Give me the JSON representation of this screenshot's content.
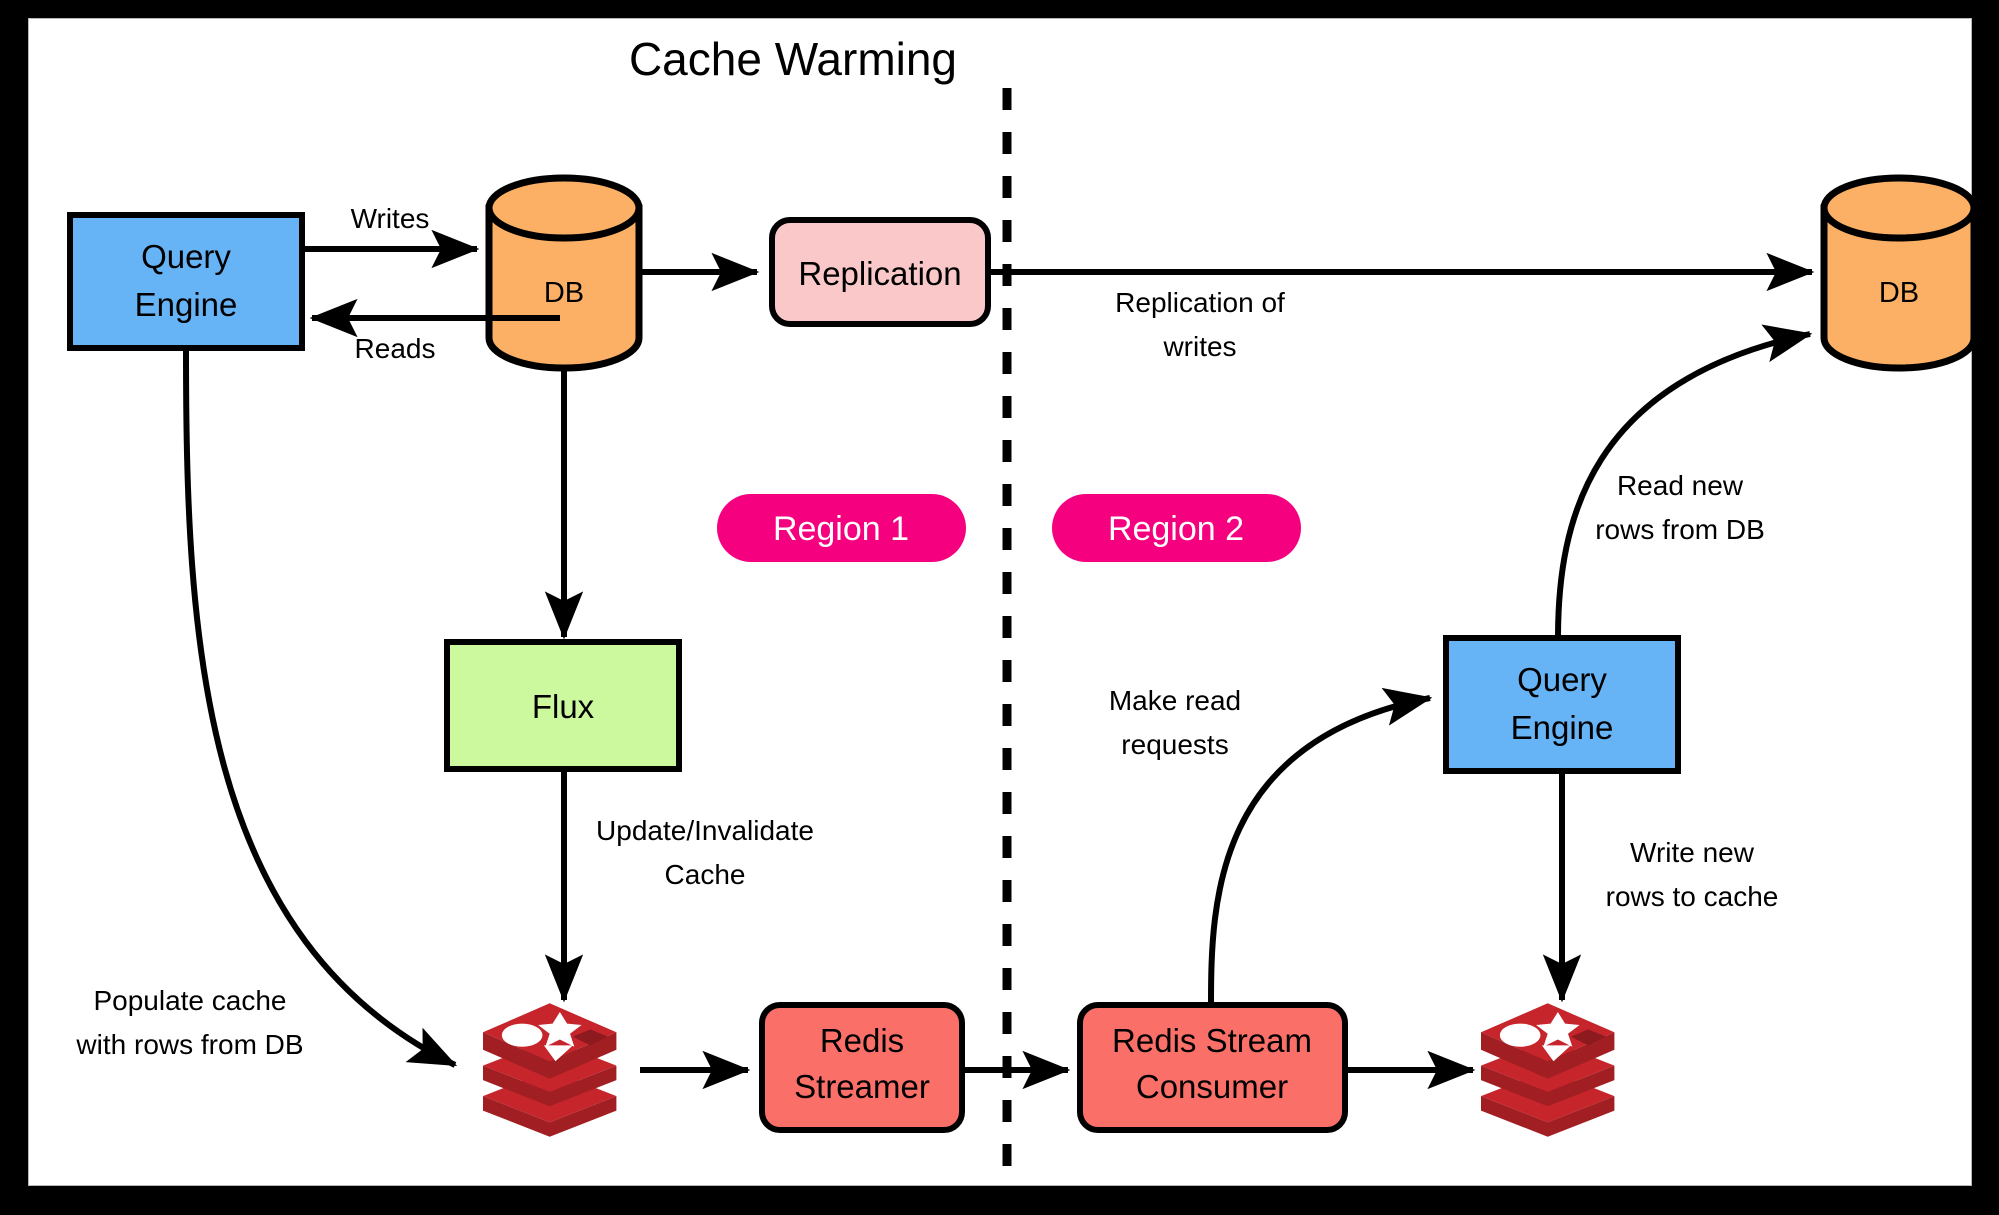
{
  "title": "Cache Warming",
  "regions": [
    {
      "label": "Region 1",
      "color": "#f5007f"
    },
    {
      "label": "Region 2",
      "color": "#f5007f"
    }
  ],
  "divider": {
    "style": "dashed",
    "color": "#000000"
  },
  "nodes": [
    {
      "id": "query-engine-r1",
      "label_line1": "Query",
      "label_line2": "Engine",
      "shape": "rect",
      "color": "#66b3f5",
      "region": "Region 1"
    },
    {
      "id": "db-r1",
      "label": "DB",
      "shape": "cylinder",
      "color": "#fbb066",
      "region": "Region 1"
    },
    {
      "id": "replication",
      "label": "Replication",
      "shape": "rounded-rect",
      "color": "#fac8c8",
      "region": "Region 1"
    },
    {
      "id": "flux",
      "label": "Flux",
      "shape": "rect",
      "color": "#ccf99e",
      "region": "Region 1"
    },
    {
      "id": "redis-cache-r1",
      "label": "redis-logo",
      "shape": "redis-icon",
      "color": "#c6252b",
      "region": "Region 1"
    },
    {
      "id": "redis-streamer",
      "label_line1": "Redis",
      "label_line2": "Streamer",
      "shape": "rounded-rect",
      "color": "#fa7068",
      "region": "Region 1"
    },
    {
      "id": "redis-stream-consumer",
      "label_line1": "Redis Stream",
      "label_line2": "Consumer",
      "shape": "rounded-rect",
      "color": "#fa7068",
      "region": "Region 2"
    },
    {
      "id": "query-engine-r2",
      "label_line1": "Query",
      "label_line2": "Engine",
      "shape": "rect",
      "color": "#66b3f5",
      "region": "Region 2"
    },
    {
      "id": "db-r2",
      "label": "DB",
      "shape": "cylinder",
      "color": "#fbb066",
      "region": "Region 2"
    },
    {
      "id": "redis-cache-r2",
      "label": "redis-logo",
      "shape": "redis-icon",
      "color": "#c6252b",
      "region": "Region 2"
    }
  ],
  "edges": [
    {
      "id": "writes",
      "from": "query-engine-r1",
      "to": "db-r1",
      "label": "Writes"
    },
    {
      "id": "reads",
      "from": "db-r1",
      "to": "query-engine-r1",
      "label": "Reads"
    },
    {
      "id": "db-to-replication",
      "from": "db-r1",
      "to": "replication",
      "label": ""
    },
    {
      "id": "replication-of-writes",
      "from": "replication",
      "to": "db-r2",
      "label_line1": "Replication of",
      "label_line2": "writes"
    },
    {
      "id": "db-to-flux",
      "from": "db-r1",
      "to": "flux",
      "label": ""
    },
    {
      "id": "update-invalidate",
      "from": "flux",
      "to": "redis-cache-r1",
      "label_line1": "Update/Invalidate",
      "label_line2": "Cache"
    },
    {
      "id": "populate-cache",
      "from": "query-engine-r1",
      "to": "redis-cache-r1",
      "label_line1": "Populate cache",
      "label_line2": "with rows from DB"
    },
    {
      "id": "cache-to-streamer",
      "from": "redis-cache-r1",
      "to": "redis-streamer",
      "label": ""
    },
    {
      "id": "streamer-to-consumer",
      "from": "redis-streamer",
      "to": "redis-stream-consumer",
      "label": ""
    },
    {
      "id": "make-read-requests",
      "from": "redis-stream-consumer",
      "to": "query-engine-r2",
      "label_line1": "Make read",
      "label_line2": "requests"
    },
    {
      "id": "read-new-rows",
      "from": "query-engine-r2",
      "to": "db-r2",
      "label_line1": "Read new",
      "label_line2": "rows from DB"
    },
    {
      "id": "write-new-rows",
      "from": "query-engine-r2",
      "to": "redis-cache-r2",
      "label_line1": "Write new",
      "label_line2": "rows to cache"
    },
    {
      "id": "consumer-to-cache",
      "from": "redis-stream-consumer",
      "to": "redis-cache-r2",
      "label": ""
    }
  ],
  "text": {
    "writes": "Writes",
    "reads": "Reads",
    "replication_of": "Replication of",
    "replication_writes": "writes",
    "update_invalidate": "Update/Invalidate",
    "cache_word": "Cache",
    "populate_cache": "Populate cache",
    "populate_rows": "with rows from DB",
    "make_read": "Make read",
    "requests": "requests",
    "read_new": "Read new",
    "rows_from_db": "rows from DB",
    "write_new": "Write new",
    "rows_to_cache": "rows to cache",
    "query": "Query",
    "engine": "Engine",
    "db": "DB",
    "replication": "Replication",
    "flux": "Flux",
    "redis": "Redis",
    "streamer": "Streamer",
    "redis_stream": "Redis Stream",
    "consumer": "Consumer",
    "region1": "Region 1",
    "region2": "Region 2",
    "title": "Cache Warming"
  },
  "colors": {
    "blue": "#66b3f5",
    "orange": "#fbb066",
    "pink_light": "#fac8c8",
    "green": "#ccf99e",
    "salmon": "#fa7068",
    "magenta": "#f5007f",
    "redis_red": "#c6252b",
    "redis_dark": "#a11f23",
    "stroke": "#000000",
    "background": "#ffffff",
    "frame": "#000000"
  }
}
